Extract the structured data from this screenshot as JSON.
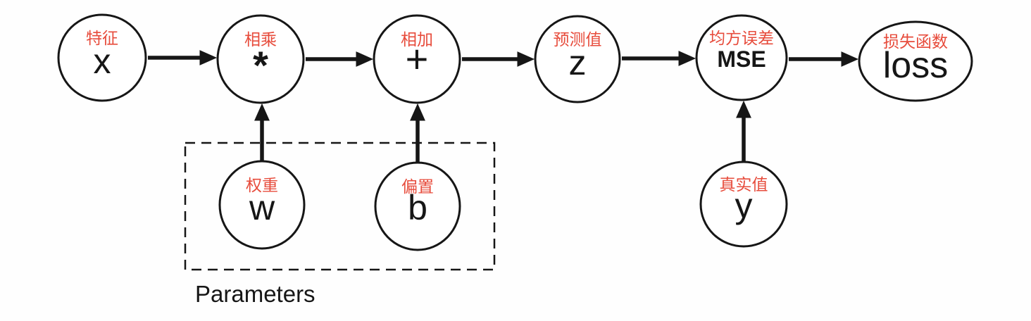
{
  "diagram": {
    "title_hint": "computational graph: linear model with MSE loss",
    "colors": {
      "background": "#fefefe",
      "node_stroke": "#161616",
      "chinese_label": "#e74c3c",
      "symbol_text": "#161616"
    },
    "nodes": [
      {
        "id": "x",
        "label": "特征",
        "symbol": "x"
      },
      {
        "id": "multiply",
        "label": "相乘",
        "symbol": "*"
      },
      {
        "id": "add",
        "label": "相加",
        "symbol": "+"
      },
      {
        "id": "z",
        "label": "预测值",
        "symbol": "z"
      },
      {
        "id": "mse",
        "label": "均方误差",
        "symbol": "MSE"
      },
      {
        "id": "loss",
        "label": "损失函数",
        "symbol": "loss"
      },
      {
        "id": "w",
        "label": "权重",
        "symbol": "w"
      },
      {
        "id": "b",
        "label": "偏置",
        "symbol": "b"
      },
      {
        "id": "y",
        "label": "真实值",
        "symbol": "y"
      }
    ],
    "edges": [
      {
        "from": "x",
        "to": "multiply"
      },
      {
        "from": "multiply",
        "to": "add"
      },
      {
        "from": "add",
        "to": "z"
      },
      {
        "from": "z",
        "to": "mse"
      },
      {
        "from": "mse",
        "to": "loss"
      },
      {
        "from": "w",
        "to": "multiply"
      },
      {
        "from": "b",
        "to": "add"
      },
      {
        "from": "y",
        "to": "mse"
      }
    ],
    "group_label": "Parameters"
  }
}
